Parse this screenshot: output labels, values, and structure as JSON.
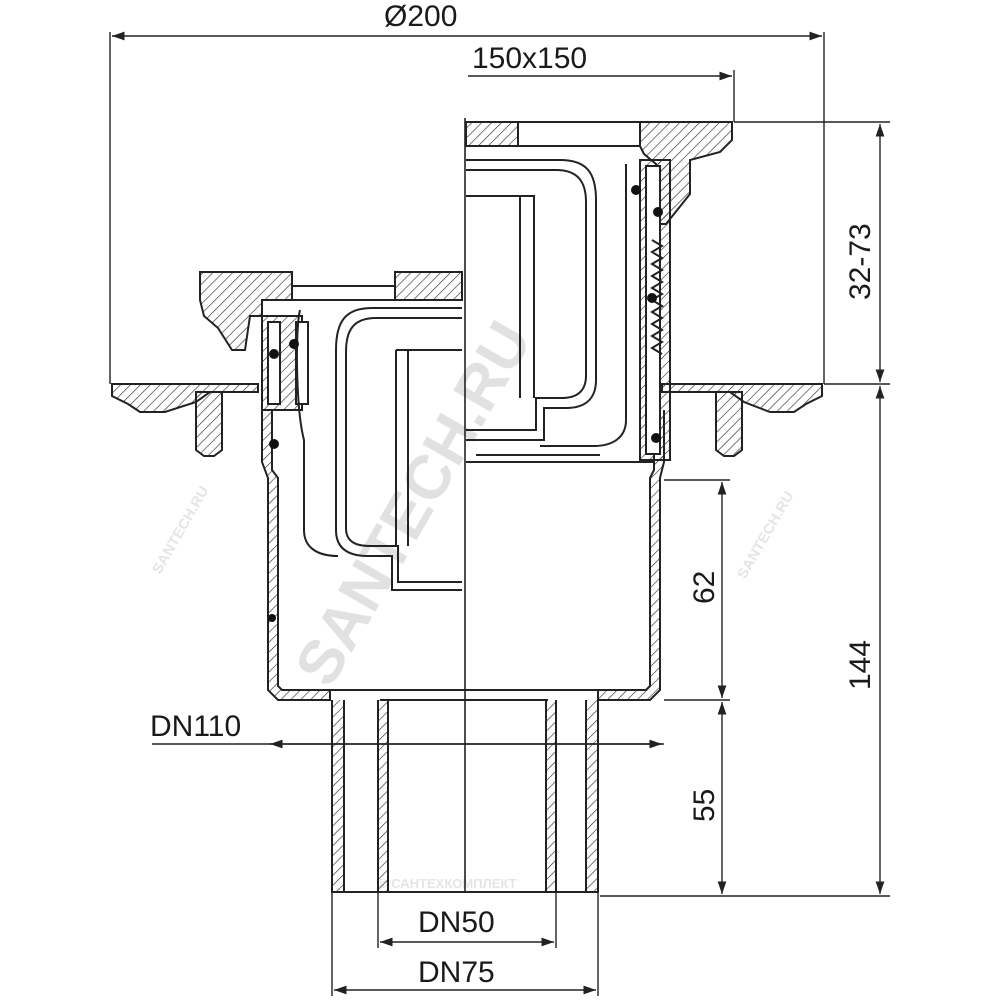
{
  "dimensions": {
    "diameter_top": "Ø200",
    "grate_size": "150x150",
    "height_range": "32-73",
    "total_height": "144",
    "body_height": "62",
    "outlet_length": "55",
    "body_dn": "DN110",
    "inner_outlet_dn": "DN50",
    "outer_outlet_dn": "DN75"
  },
  "watermark": {
    "main": "SANTECH.RU",
    "small": "SANTECH.RU",
    "bottom": "© САНТЕХКОМПЛЕКТ"
  },
  "colors": {
    "line": "#222222",
    "hatch": "#333333",
    "watermark": "#c8c8c8"
  }
}
